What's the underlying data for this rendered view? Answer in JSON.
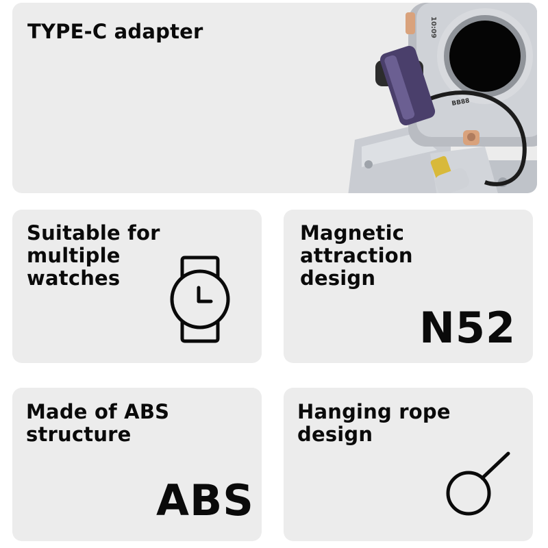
{
  "cards": {
    "adapter": {
      "title": "TYPE-C adapter",
      "product_image": "watch-charger-with-type-c-adapter-photo",
      "watch_face_text": "10:09",
      "watch_bezel_text": "BB88"
    },
    "compatibility": {
      "title": "Suitable for\nmultiple\nwatches",
      "icon": "watch-icon"
    },
    "magnetic": {
      "title": "Magnetic\nattraction\ndesign",
      "badge": "N52"
    },
    "material": {
      "title": "Made of ABS\nstructure",
      "badge": "ABS"
    },
    "rope": {
      "title": "Hanging rope\ndesign",
      "icon": "ring-hook-icon"
    }
  },
  "colors": {
    "card_background": "#ececec",
    "text": "#0a0a0a",
    "adapter_body": "#4a3f6b",
    "watch_case": "#b9bcc2",
    "accent_rose_gold": "#d9a27c",
    "usb_c_gold": "#d8b93a"
  }
}
